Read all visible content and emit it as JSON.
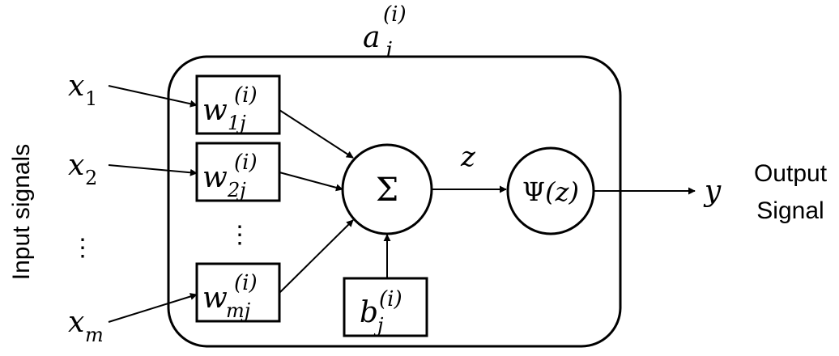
{
  "diagram": {
    "neuron_label": {
      "base": "a",
      "sub": "j",
      "sup": "(i)"
    },
    "side_label": "Input signals",
    "inputs": [
      {
        "base": "x",
        "sub": "1"
      },
      {
        "base": "x",
        "sub": "2"
      },
      {
        "text": "⋮"
      },
      {
        "base": "x",
        "sub": "m"
      }
    ],
    "weights": [
      {
        "base": "w",
        "sub": "1j",
        "sup": "(i)"
      },
      {
        "base": "w",
        "sub": "2j",
        "sup": "(i)"
      },
      {
        "text": "⋮"
      },
      {
        "base": "w",
        "sub": "mj",
        "sup": "(i)"
      }
    ],
    "sum_symbol": "Σ",
    "sum_output": "z",
    "bias": {
      "base": "b",
      "sub": "j",
      "sup": "(i)"
    },
    "activation": {
      "psi": "Ψ",
      "arg": "(z)"
    },
    "output": "y",
    "output_label": [
      "Output",
      "Signal"
    ]
  }
}
